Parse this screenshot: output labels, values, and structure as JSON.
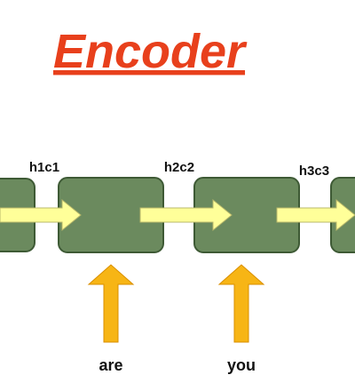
{
  "title": "Encoder",
  "colors": {
    "title": "#e8401c",
    "cell_fill": "#6b8a5e",
    "cell_stroke": "#3e5a35",
    "state_arrow_fill": "#ffff99",
    "state_arrow_stroke": "#b8b86a",
    "input_arrow_fill": "#f7b515",
    "input_arrow_stroke": "#d98f00"
  },
  "states": [
    {
      "label": "h1c1"
    },
    {
      "label": "h2c2"
    },
    {
      "label": "h3c3"
    }
  ],
  "inputs": [
    {
      "word": "are"
    },
    {
      "word": "you"
    }
  ]
}
